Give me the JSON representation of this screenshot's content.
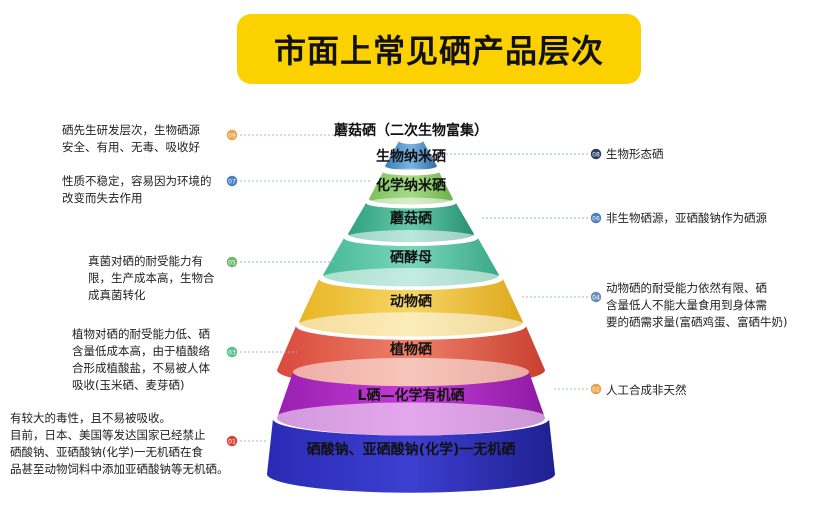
{
  "title": "市面上常见硒产品层次",
  "levels": [
    {
      "label": "蘑菇硒（二次生物富集）",
      "color": "#ffffff"
    },
    {
      "label": "生物纳米硒",
      "color": "#4a90c2"
    },
    {
      "label": "化学纳米硒",
      "color": "#8cc96b"
    },
    {
      "label": "蘑菇硒",
      "color": "#3eb08e"
    },
    {
      "label": "硒酵母",
      "color": "#5cc6a6"
    },
    {
      "label": "动物硒",
      "color": "#f2c23a"
    },
    {
      "label": "植物硒",
      "color": "#e9684b"
    },
    {
      "label": "L硒—化学有机硒",
      "color": "#b82ac7"
    },
    {
      "label": "硒酸钠、亚硒酸钠(化学)一无机硒",
      "color": "#2a2bb5"
    }
  ],
  "notes_left": [
    {
      "num": "09",
      "color": "#e8a24a",
      "text": [
        "硒先生研发层次，生物硒源",
        "安全、有用、无毒、吸收好"
      ]
    },
    {
      "num": "07",
      "color": "#4a7fc4",
      "text": [
        "性质不稳定，容易因为环境的",
        "改变而失去作用"
      ]
    },
    {
      "num": "05",
      "color": "#6cb96a",
      "text": [
        "真菌对硒的耐受能力有",
        "限，生产成本高，生物合",
        "成真菌转化"
      ]
    },
    {
      "num": "03",
      "color": "#5bbf8f",
      "text": [
        "植物对硒的耐受能力低、硒",
        "含量低成本高，由于植酸络",
        "合形成植酸盐，不易被人体",
        "吸收(玉米硒、麦芽硒)"
      ]
    },
    {
      "num": "01",
      "color": "#d9473a",
      "text": [
        "有较大的毒性，且不易被吸收。",
        "目前，日本、美国等发达国家已经禁止",
        "硒酸钠、亚硒酸钠(化学)一无机硒在食",
        "品甚至动物饲料中添加亚硒酸钠等无机硒。"
      ]
    }
  ],
  "notes_right": [
    {
      "num": "08",
      "color": "#2a3f66",
      "text": [
        "生物形态硒"
      ]
    },
    {
      "num": "06",
      "color": "#4a7fc4",
      "text": [
        "非生物硒源，亚硒酸钠作为硒源"
      ]
    },
    {
      "num": "04",
      "color": "#6a8fbf",
      "text": [
        "动物硒的耐受能力依然有限、硒",
        "含量低人不能大量食用到身体需",
        "要的硒需求量(富硒鸡蛋、富硒牛奶)"
      ]
    },
    {
      "num": "02",
      "color": "#e8a24a",
      "text": [
        "人工合成非天然"
      ]
    }
  ]
}
